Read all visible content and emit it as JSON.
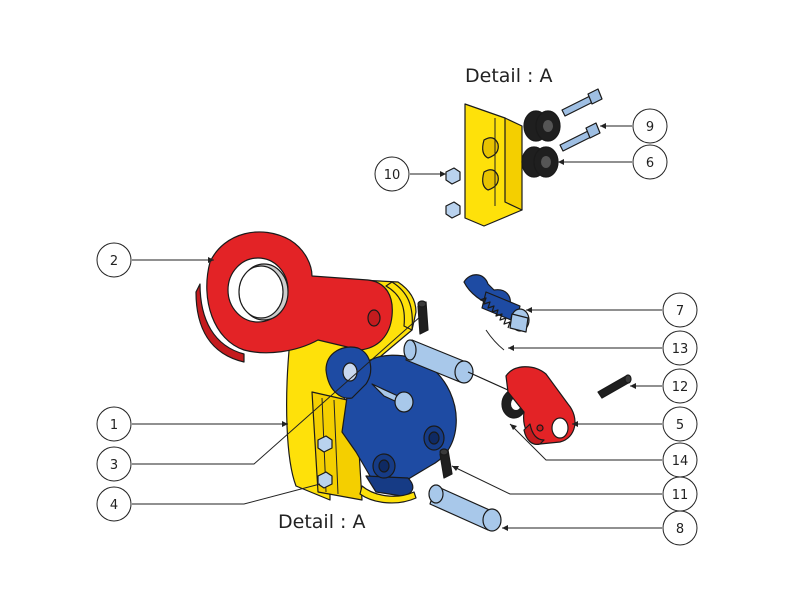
{
  "diagram": {
    "detail_label_top": "Detail : A",
    "detail_label_bottom": "Detail : A",
    "callouts": [
      "1",
      "2",
      "3",
      "4",
      "5",
      "6",
      "7",
      "8",
      "9",
      "10",
      "11",
      "12",
      "13",
      "14"
    ],
    "colors": {
      "body_red": "#e32326",
      "frame_yellow": "#fee10a",
      "cam_blue": "#1e4ba3",
      "pin_blue": "#a8c8ea",
      "bolt_blue": "#9fbfe3",
      "washer_black": "#1f1f1f",
      "outline": "#1a1a1a"
    }
  }
}
